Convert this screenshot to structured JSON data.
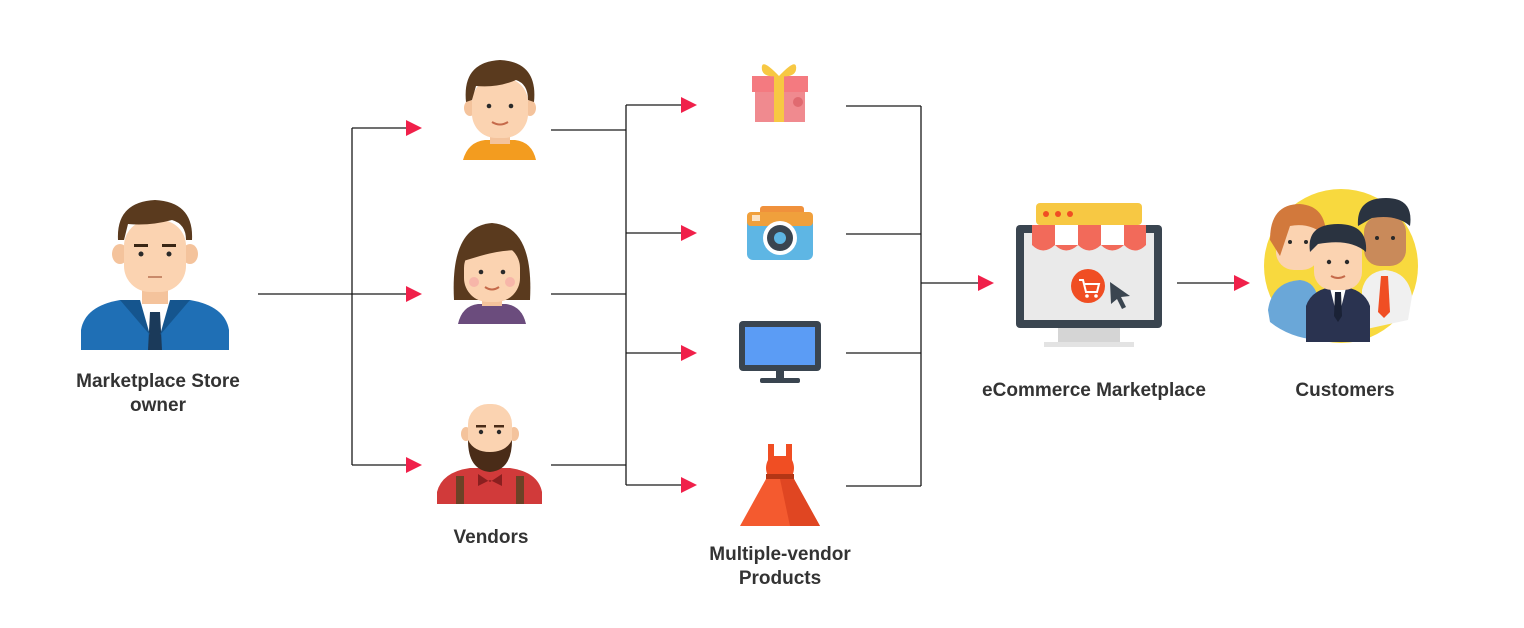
{
  "labels": {
    "store_owner": [
      "Marketplace Store",
      "owner"
    ],
    "vendors": "Vendors",
    "products": [
      "Multiple-vendor",
      "Products"
    ],
    "marketplace": "eCommerce Marketplace",
    "customers": "Customers"
  },
  "colors": {
    "arrow": "#f0204a",
    "line": "#1a1a1a",
    "label_text": "#333333",
    "suit_blue": "#1f6fb5",
    "monitor_blue": "#5b9cf5",
    "dress_red": "#f04e23",
    "customers_circle": "#f8d93e"
  },
  "icons": {
    "store_owner": "businessman-icon",
    "vendor_1": "man-avatar-icon",
    "vendor_2": "woman-avatar-icon",
    "vendor_3": "bearded-man-avatar-icon",
    "product_1": "gift-box-icon",
    "product_2": "camera-icon",
    "product_3": "tv-monitor-icon",
    "product_4": "dress-icon",
    "marketplace": "online-store-monitor-icon",
    "customers": "customer-group-icon"
  }
}
